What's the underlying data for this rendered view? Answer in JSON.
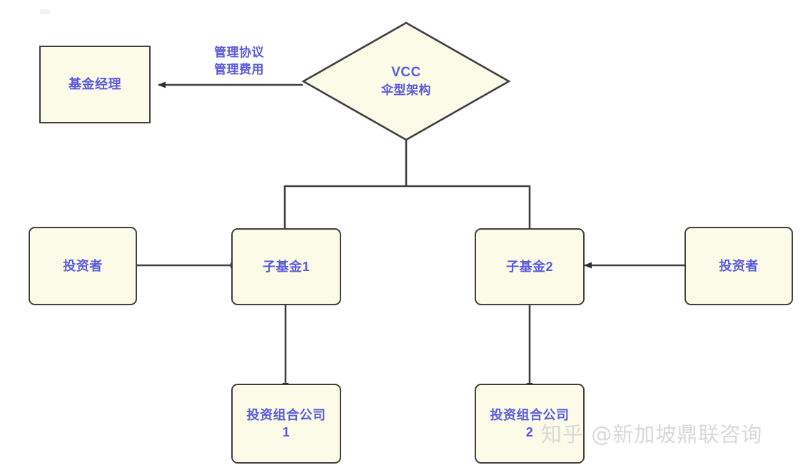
{
  "diagram": {
    "type": "flowchart",
    "title": "VCC 伞型架构",
    "colors": {
      "node_fill": "#fbfbe8",
      "node_border": "#3f3f3f",
      "text": "#5b5bdf",
      "edge": "#3f3f3f",
      "background": "#ffffff",
      "watermark": "#d9d9d9"
    },
    "nodes": {
      "fund_manager": {
        "label": "基金经理",
        "shape": "rectangle"
      },
      "vcc": {
        "line1": "VCC",
        "line2": "伞型架构",
        "shape": "diamond"
      },
      "investor_left": {
        "label": "投资者",
        "shape": "rounded-rectangle"
      },
      "investor_right": {
        "label": "投资者",
        "shape": "rounded-rectangle"
      },
      "subfund_1": {
        "label": "子基金1",
        "shape": "rounded-rectangle"
      },
      "subfund_2": {
        "label": "子基金2",
        "shape": "rounded-rectangle"
      },
      "portfolio_1": {
        "label": "投资组合公司1",
        "shape": "rounded-rectangle"
      },
      "portfolio_2": {
        "label": "投资组合公司2",
        "shape": "rounded-rectangle"
      }
    },
    "edges": [
      {
        "from": "vcc",
        "to": "fund_manager",
        "label": "管理协议\n管理费用",
        "direction": "left"
      },
      {
        "from": "vcc",
        "to": "subfund_1",
        "label": "",
        "direction": "down"
      },
      {
        "from": "vcc",
        "to": "subfund_2",
        "label": "",
        "direction": "down"
      },
      {
        "from": "investor_left",
        "to": "subfund_1",
        "label": "",
        "direction": "right"
      },
      {
        "from": "investor_right",
        "to": "subfund_2",
        "label": "",
        "direction": "left"
      },
      {
        "from": "subfund_1",
        "to": "portfolio_1",
        "label": "",
        "direction": "down"
      },
      {
        "from": "subfund_2",
        "to": "portfolio_2",
        "label": "",
        "direction": "down"
      }
    ],
    "edge_labels": {
      "management": "管理协议\n管理费用"
    }
  },
  "watermark": {
    "text": "知乎 @新加坡鼎联咨询"
  }
}
